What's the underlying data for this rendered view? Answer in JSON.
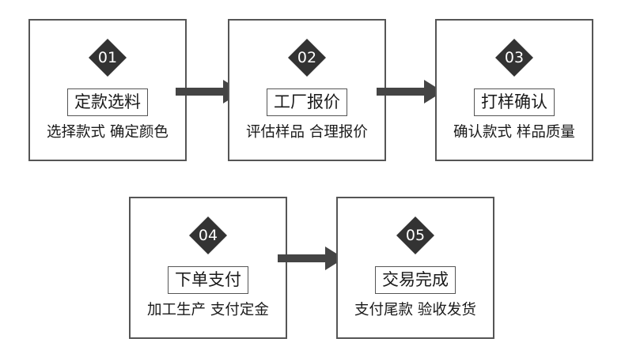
{
  "theme": {
    "badge_color": "#333333",
    "arrow_color": "#444444",
    "border_color": "#555555"
  },
  "steps": [
    {
      "number": "01",
      "title": "定款选料",
      "desc": "选择款式 确定颜色"
    },
    {
      "number": "02",
      "title": "工厂报价",
      "desc": "评估样品 合理报价"
    },
    {
      "number": "03",
      "title": "打样确认",
      "desc": "确认款式 样品质量"
    },
    {
      "number": "04",
      "title": "下单支付",
      "desc": "加工生产 支付定金"
    },
    {
      "number": "05",
      "title": "交易完成",
      "desc": "支付尾款 验收发货"
    }
  ]
}
